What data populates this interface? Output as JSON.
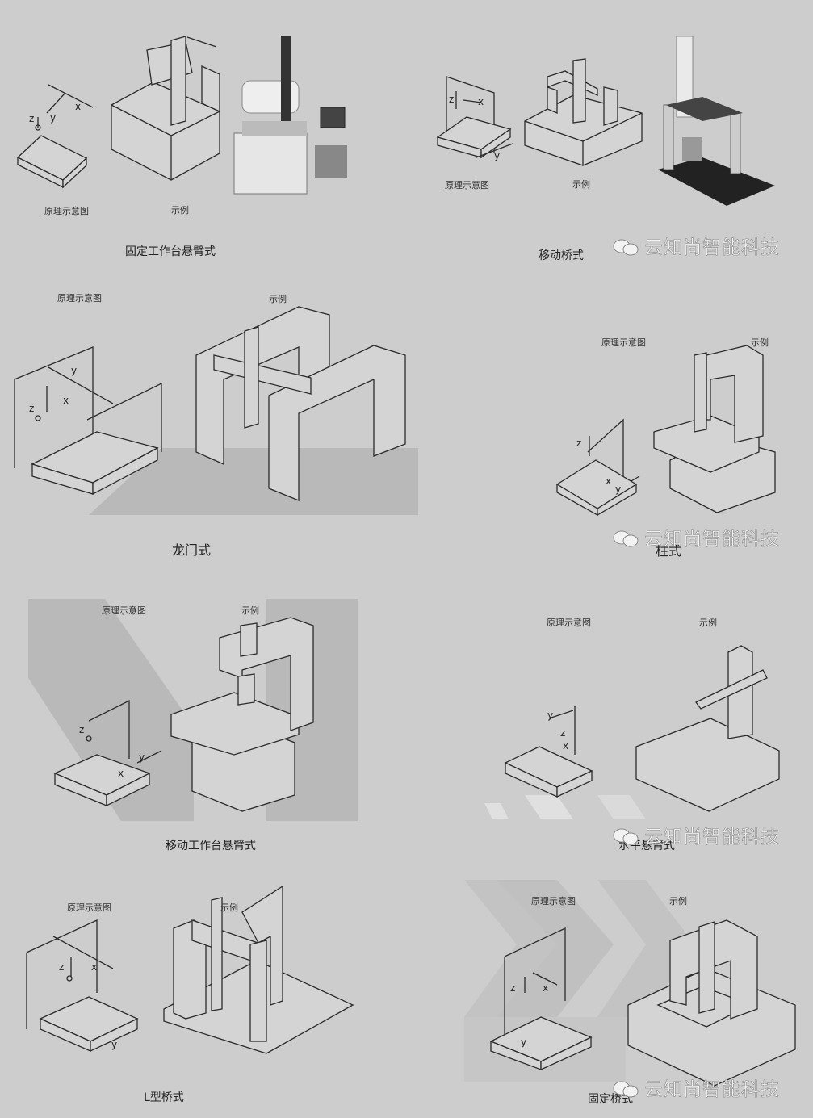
{
  "common": {
    "schematic_label": "原理示意图",
    "example_label": "示例"
  },
  "axes": {
    "x": "x",
    "y": "y",
    "z": "z"
  },
  "panels": [
    {
      "title": "固定工作台悬臂式"
    },
    {
      "title": "移动桥式"
    },
    {
      "title": "龙门式"
    },
    {
      "title": "柱式"
    },
    {
      "title": "移动工作台悬臂式"
    },
    {
      "title": "水平悬臂式"
    },
    {
      "title": "L型桥式"
    },
    {
      "title": "固定桥式"
    }
  ],
  "watermark": {
    "text": "云知尚智能科技",
    "icon": "wechat-icon"
  }
}
